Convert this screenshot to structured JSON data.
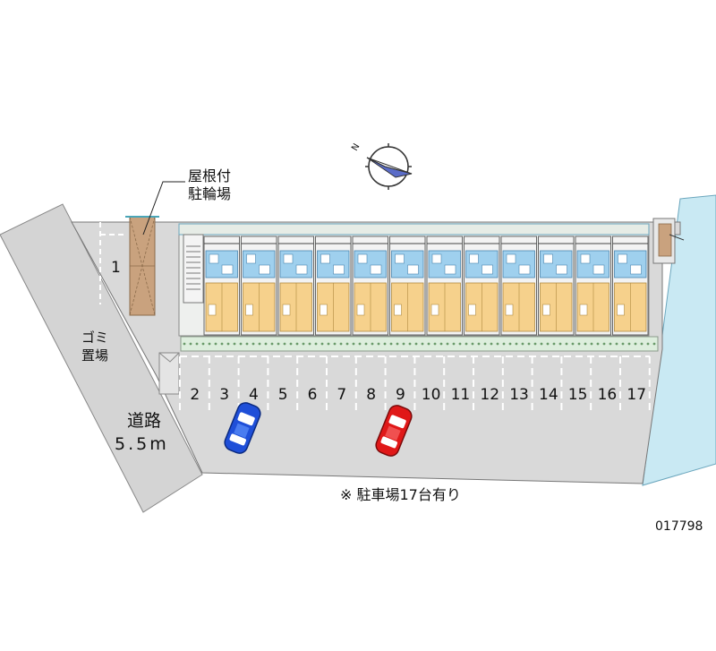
{
  "labels": {
    "bike_parking_line1": "屋根付",
    "bike_parking_line2": "駐輪場",
    "garbage_line1": "ゴミ",
    "garbage_line2": "置場",
    "road_line1": "道路",
    "road_line2": "5.5m",
    "parking_note": "※ 駐車場17台有り",
    "code": "017798",
    "compass_n": "N"
  },
  "parking_spots": [
    "1",
    "2",
    "3",
    "4",
    "5",
    "6",
    "7",
    "8",
    "9",
    "10",
    "11",
    "12",
    "13",
    "14",
    "15",
    "16",
    "17"
  ],
  "units_count": 12,
  "colors": {
    "road": "#d4d4d4",
    "lot": "#d9d9d9",
    "water": "#c9e9f3",
    "bike_shelter": "#c9a27e",
    "unit_room": "#f6d18c",
    "unit_bath": "#9fd0ee",
    "hedge": "#ddeedd",
    "car_blue": "#1f4fd8",
    "car_red": "#e01818"
  }
}
